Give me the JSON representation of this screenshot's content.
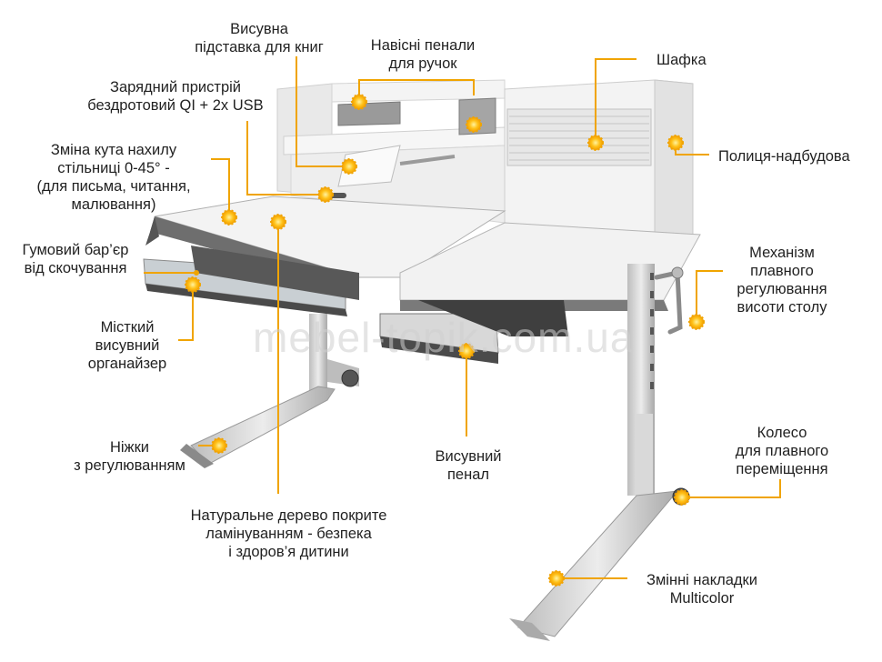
{
  "watermark": "mebel-topik.com.ua",
  "colors": {
    "accent": "#f0a400",
    "marker": "#ffc21a",
    "desk_top": "#f2f2f2",
    "frame": "#c9c9c9",
    "dark": "#3a3a3a"
  },
  "labels": {
    "book_stand": [
      "Висувна",
      "підставка для книг"
    ],
    "pen_cases": [
      "Навісні пенали",
      "для ручок"
    ],
    "cabinet": [
      "Шафка"
    ],
    "charger": [
      "Зарядний пристрій",
      "бездротовий QI + 2x USB"
    ],
    "shelf": [
      "Полиця-надбудова"
    ],
    "tilt": [
      "Зміна кута нахилу",
      "стільниці 0-45° -",
      "(для письма, читання,",
      "малювання)"
    ],
    "rubber_bar": [
      "Гумовий бар’єр",
      "від скочування"
    ],
    "height_mech": [
      "Механізм",
      "плавного",
      "регулювання",
      "висоти столу"
    ],
    "organizer": [
      "Місткий",
      "висувний",
      "органайзер"
    ],
    "wheel": [
      "Колесо",
      "для плавного",
      "переміщення"
    ],
    "legs": [
      "Ніжки",
      "з регулюванням"
    ],
    "drawer": [
      "Висувний",
      "пенал"
    ],
    "wood": [
      "Натуральне дерево покрите",
      "ламінуванням - безпека",
      "і здоров’я дитини"
    ],
    "pads": [
      "Змінні накладки",
      "Multicolor"
    ]
  }
}
